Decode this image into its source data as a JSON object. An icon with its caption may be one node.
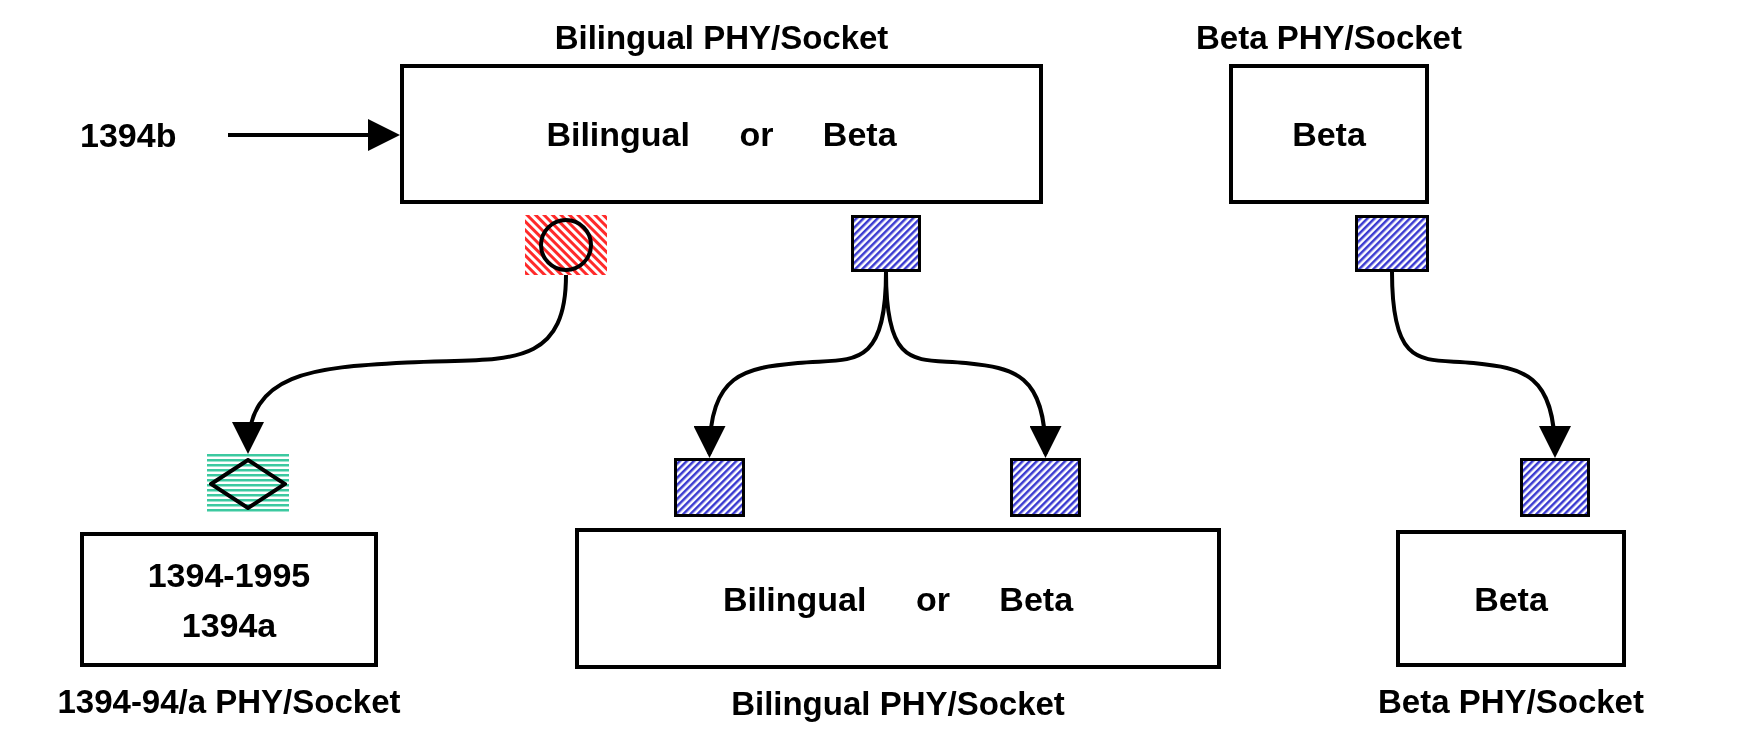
{
  "diagram": {
    "nodes": [
      {
        "text": [
          "1394b"
        ]
      },
      {
        "text": [
          "Bilingual PHY/Socket",
          "Bilingual or Beta"
        ]
      },
      {
        "text": [
          "Beta PHY/Socket",
          "Beta"
        ]
      },
      {
        "text": [],
        "shape": "circle"
      },
      {
        "text": [],
        "shape": "box"
      },
      {
        "text": [],
        "shape": "box"
      },
      {
        "text": [],
        "shape": "diamond"
      },
      {
        "text": [
          "1394-1995",
          "1394a",
          "1394-94/a PHY/Socket"
        ]
      },
      {
        "text": [],
        "shape": "box"
      },
      {
        "text": [],
        "shape": "box"
      },
      {
        "text": [
          "Bilingual or Beta",
          "Bilingual PHY/Socket"
        ]
      },
      {
        "text": [],
        "shape": "box"
      },
      {
        "text": [
          "Beta",
          "Beta PHY/Socket"
        ]
      }
    ],
    "edges": [
      {
        "from": 0,
        "to": 1,
        "arrow": "to"
      },
      {
        "from": 3,
        "to": 6,
        "arrow": "to"
      },
      {
        "from": 4,
        "to": 8,
        "arrow": "to"
      },
      {
        "from": 4,
        "to": 9,
        "arrow": "to"
      },
      {
        "from": 5,
        "to": 11,
        "arrow": "to"
      }
    ]
  }
}
